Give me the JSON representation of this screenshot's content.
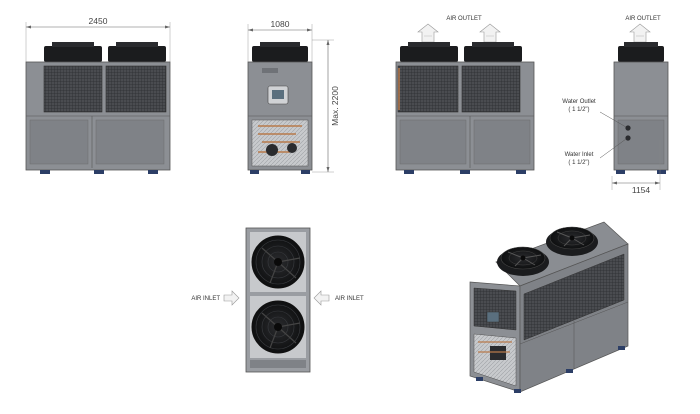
{
  "dimensions": {
    "width": "2450",
    "depth": "1080",
    "height": "Max. 2200",
    "connection_offset": "1154"
  },
  "labels": {
    "air_outlet": "AIR OUTLET",
    "air_inlet": "AIR INLET",
    "water_outlet": "Water Outlet",
    "water_outlet_size": "( 1 1/2\")",
    "water_inlet": "Water Inlet",
    "water_inlet_size": "( 1 1/2\")"
  },
  "colors": {
    "panel": "#8c8f94",
    "panel_dark": "#6f7277",
    "frame": "#5b5e63",
    "fan_top": "#1b1c1e",
    "grille": "#3a3c40",
    "pipe_copper": "#b87a4b",
    "line": "#555555"
  }
}
